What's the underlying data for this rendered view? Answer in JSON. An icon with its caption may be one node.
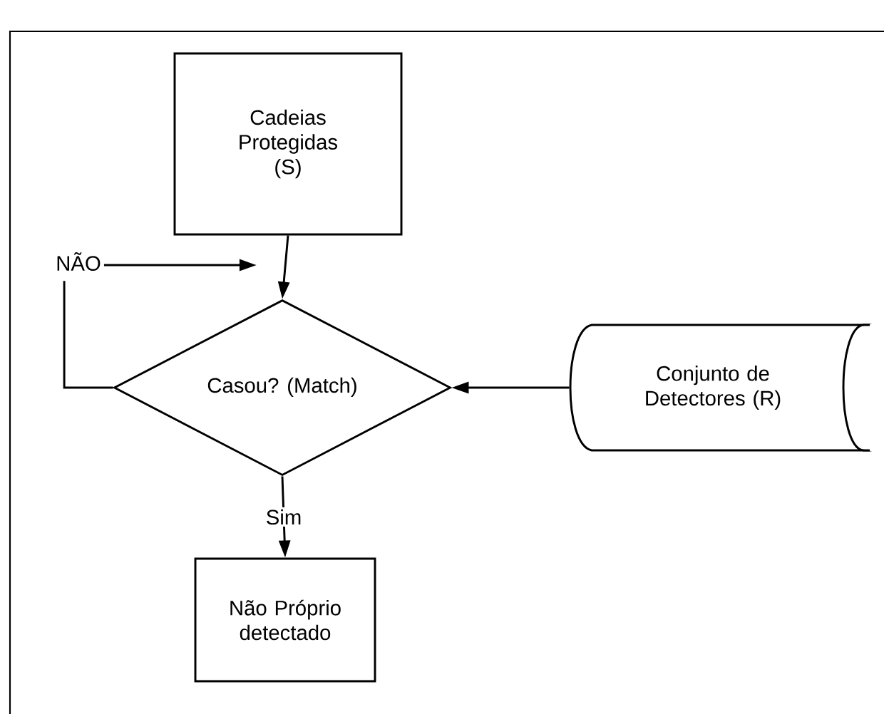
{
  "diagram": {
    "nodes": [
      {
        "text": [
          "Cadeias Protegidas (S)"
        ]
      },
      {
        "text": [
          "Casou? (Match)"
        ]
      },
      {
        "text": [
          "NÃO"
        ]
      },
      {
        "text": [
          "Conjunto de Detectores (R)"
        ]
      },
      {
        "text": [
          "Não Próprio detectado"
        ]
      }
    ],
    "edges": [
      {
        "from": 0,
        "to": 1,
        "arrow": "to"
      },
      {
        "from": 3,
        "to": 1,
        "arrow": "to"
      },
      {
        "from": 1,
        "to": 2,
        "arrow": "none"
      },
      {
        "from": 2,
        "to": null,
        "arrow": "to"
      },
      {
        "from": 1,
        "to": 4,
        "label": "Sim",
        "arrow": "to"
      }
    ]
  }
}
